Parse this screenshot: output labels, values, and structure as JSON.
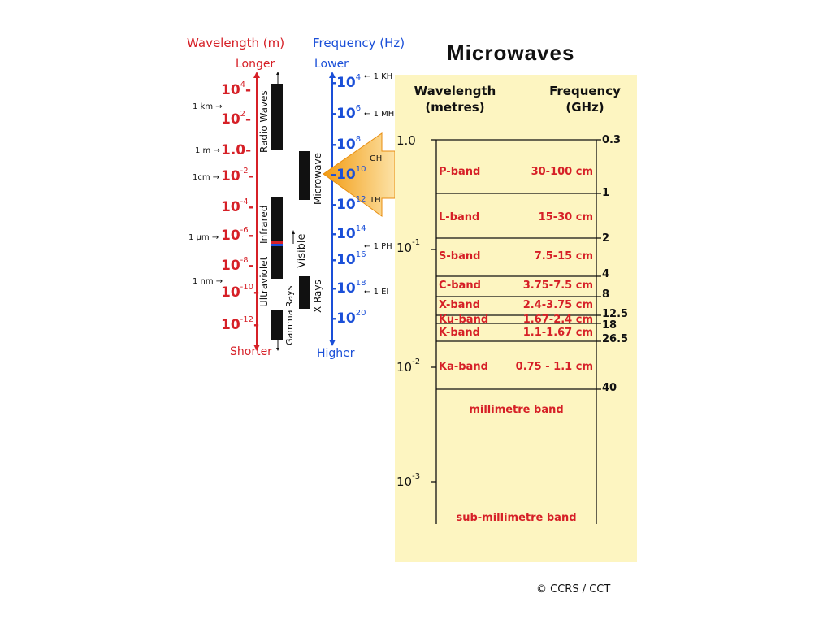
{
  "spectrum": {
    "wavelength_header": "Wavelength (m)",
    "frequency_header": "Frequency (Hz)",
    "wavelength_top": "Longer",
    "wavelength_bottom": "Shorter",
    "frequency_top": "Lower",
    "frequency_bottom": "Higher",
    "wavelength_ticks": [
      {
        "base": "10",
        "exp": "4"
      },
      {
        "base": "10",
        "exp": "2"
      },
      {
        "base": "1.0",
        "exp": ""
      },
      {
        "base": "10",
        "exp": "-2"
      },
      {
        "base": "10",
        "exp": "-4"
      },
      {
        "base": "10",
        "exp": "-6"
      },
      {
        "base": "10",
        "exp": "-8"
      },
      {
        "base": "10",
        "exp": "-10"
      },
      {
        "base": "10",
        "exp": "-12"
      }
    ],
    "frequency_ticks": [
      {
        "base": "10",
        "exp": "4"
      },
      {
        "base": "10",
        "exp": "6"
      },
      {
        "base": "10",
        "exp": "8"
      },
      {
        "base": "10",
        "exp": "10"
      },
      {
        "base": "10",
        "exp": "12"
      },
      {
        "base": "10",
        "exp": "14"
      },
      {
        "base": "10",
        "exp": "16"
      },
      {
        "base": "10",
        "exp": "18"
      },
      {
        "base": "10",
        "exp": "20"
      }
    ],
    "length_markers": [
      "1 km",
      "1 m",
      "1cm",
      "1 µm",
      "1 nm"
    ],
    "frequency_markers": [
      "1 KH",
      "1 MH",
      "GH",
      "TH",
      "1 PH",
      "1 EI"
    ],
    "regions": [
      "Radio Waves",
      "Microwave",
      "Infrared",
      "Visible",
      "Ultraviolet",
      "X-Rays",
      "Gamma Rays"
    ]
  },
  "microwaves": {
    "title": "Microwaves",
    "wavelength_header": "Wavelength (metres)",
    "frequency_header": "Frequency (GHz)",
    "wavelength_ticks": [
      {
        "base": "1.0",
        "exp": ""
      },
      {
        "base": "10",
        "exp": "-1"
      },
      {
        "base": "10",
        "exp": "-2"
      },
      {
        "base": "10",
        "exp": "-3"
      }
    ],
    "frequency_ticks": [
      "0.3",
      "1",
      "2",
      "4",
      "8",
      "12.5",
      "18",
      "26.5",
      "40"
    ],
    "bands": [
      {
        "name": "P-band",
        "range": "30-100 cm"
      },
      {
        "name": "L-band",
        "range": "15-30 cm"
      },
      {
        "name": "S-band",
        "range": "7.5-15 cm"
      },
      {
        "name": "C-band",
        "range": "3.75-7.5 cm"
      },
      {
        "name": "X-band",
        "range": "2.4-3.75 cm"
      },
      {
        "name": "Ku-band",
        "range": "1.67-2.4 cm"
      },
      {
        "name": "K-band",
        "range": "1.1-1.67 cm"
      },
      {
        "name": "Ka-band",
        "range": "0.75 - 1.1 cm"
      }
    ],
    "millimetre_label": "millimetre band",
    "submillimetre_label": "sub-millimetre band"
  },
  "copyright": "© CCRS / CCT",
  "colors": {
    "wavelength": "#d62027",
    "frequency": "#1a4fd8",
    "panel": "#fdf5c1",
    "arrow": "#f6a623"
  }
}
